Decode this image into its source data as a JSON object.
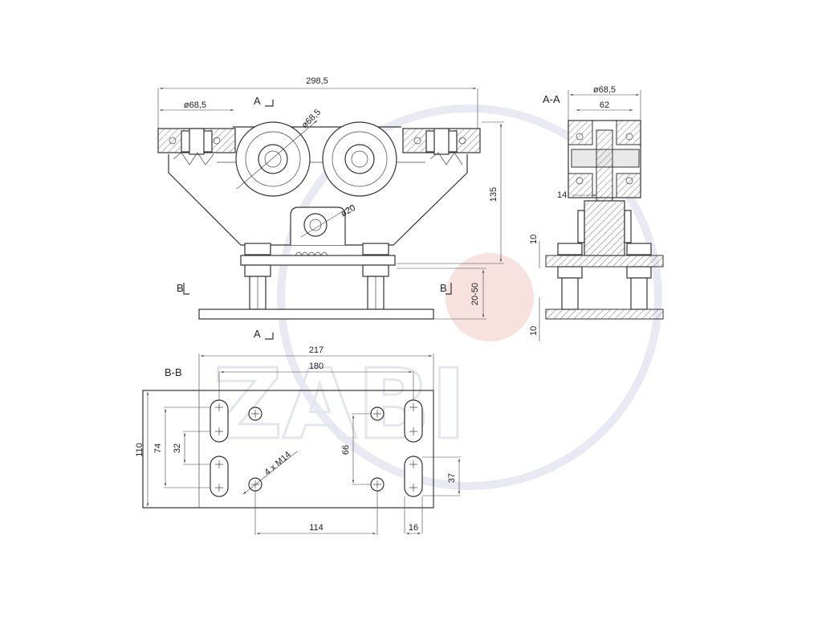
{
  "watermark": {
    "brand": "ZABI",
    "accent": "#f2d6d2",
    "ring": "#e8e9f2"
  },
  "sections": {
    "aa": "A-A",
    "bb": "B-B",
    "a_mark": "A",
    "b_mark": "B"
  },
  "dims": {
    "overall_width": "298,5",
    "outer_wheel_dia": "ø68,5",
    "center_wheel_dia": "ø68,5",
    "pin_dia": "ø20",
    "height": "135",
    "adjust": "20-50",
    "aa_wheel_dia": "ø68,5",
    "aa_width": "62",
    "aa_14": "14",
    "aa_plate_top": "10",
    "aa_plate_bottom": "10",
    "bb_217": "217",
    "bb_180": "180",
    "bb_110": "110",
    "bb_74": "74",
    "bb_32": "32",
    "bb_66": "66",
    "bb_thread": "4 x M14",
    "bb_114": "114",
    "bb_37": "37",
    "bb_16": "16"
  }
}
